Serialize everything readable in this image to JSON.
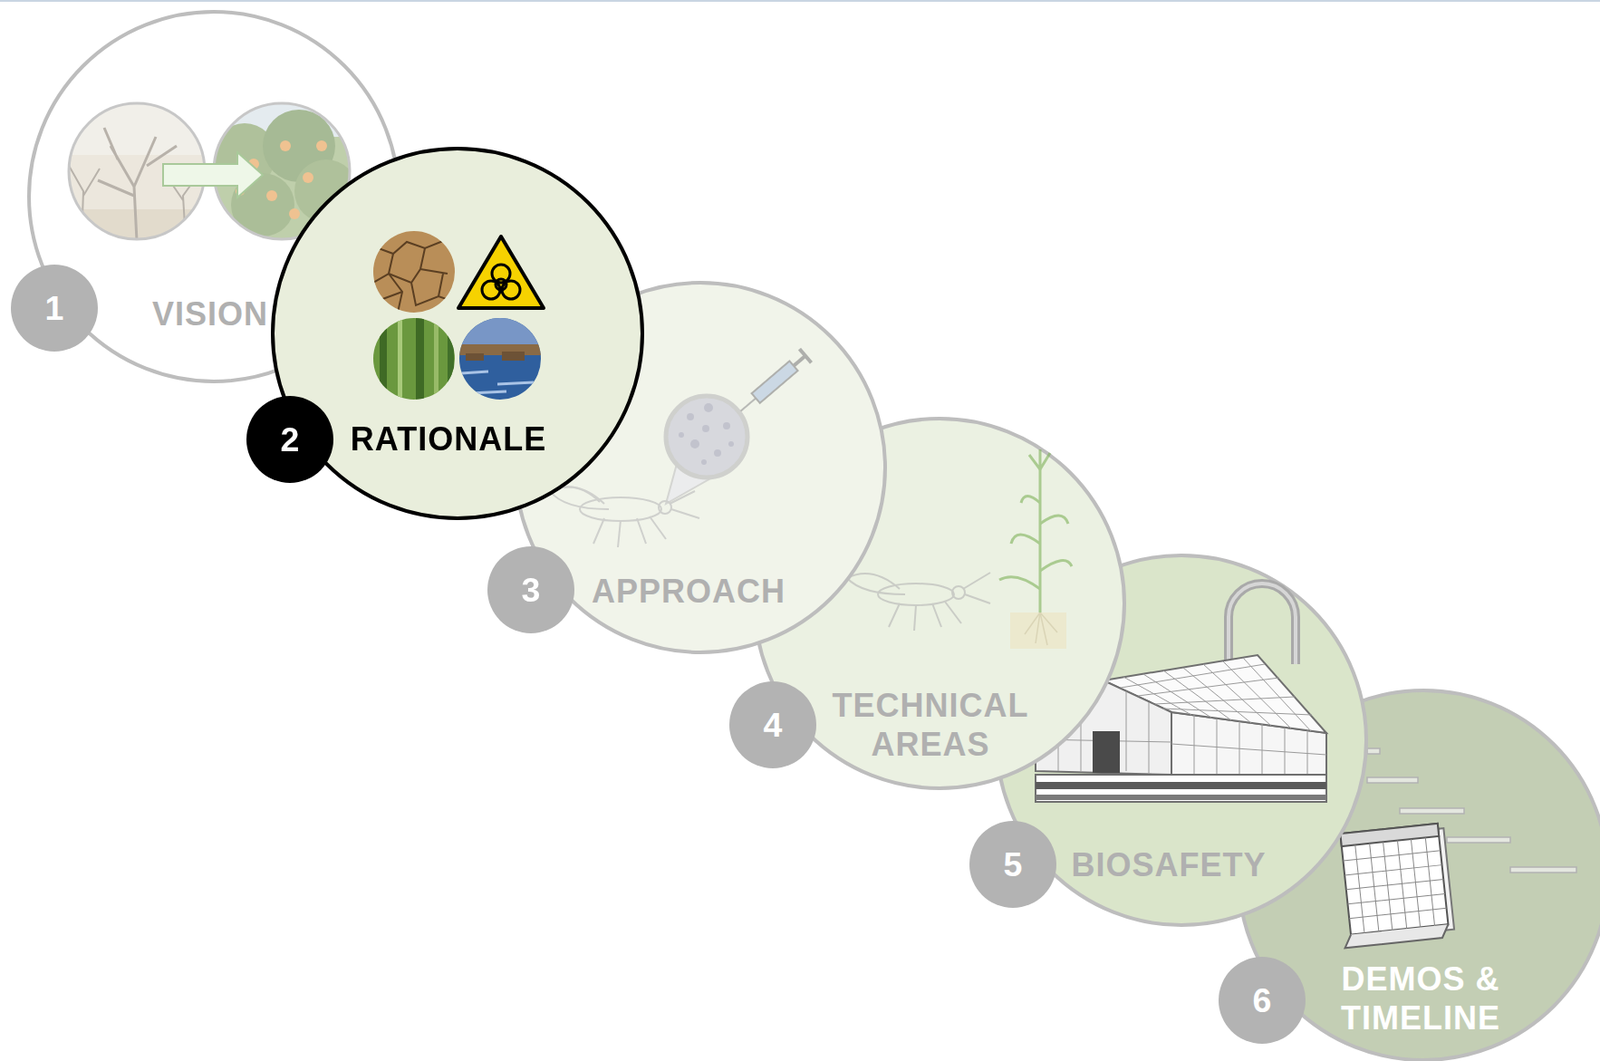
{
  "diagram": {
    "nodes": [
      {
        "text": [
          "VISION"
        ]
      },
      {
        "text": [
          "1"
        ]
      },
      {
        "text": [
          "RATIONALE"
        ]
      },
      {
        "text": [
          "2"
        ]
      },
      {
        "text": [
          "APPROACH"
        ]
      },
      {
        "text": [
          "3"
        ]
      },
      {
        "text": [
          "TECHNICAL AREAS"
        ]
      },
      {
        "text": [
          "4"
        ]
      },
      {
        "text": [
          "BIOSAFETY"
        ]
      },
      {
        "text": [
          "5"
        ]
      },
      {
        "text": [
          "DEMOS & TIMELINE"
        ]
      },
      {
        "text": [
          "6"
        ]
      }
    ]
  }
}
